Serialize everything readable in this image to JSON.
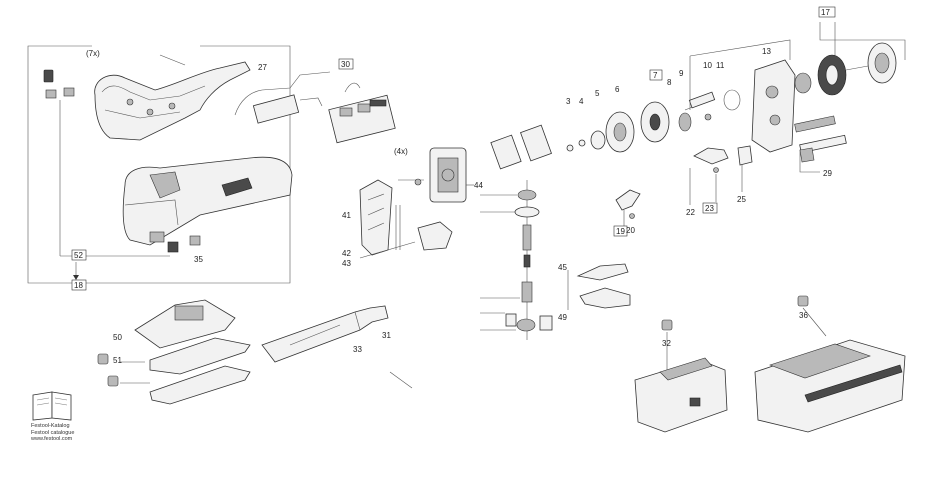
{
  "labels": {
    "p7x": "(7x)",
    "p27": "27",
    "p30": "30",
    "p13": "13",
    "p17": "17",
    "p3": "3",
    "p4": "4",
    "p5": "5",
    "p6": "6",
    "p7": "7",
    "p8": "8",
    "p9": "9",
    "p10": "10",
    "p11": "11",
    "p4x": "(4x)",
    "p44": "44",
    "p41": "41",
    "p42": "42",
    "p43": "43",
    "p52": "52",
    "p18": "18",
    "p35": "35",
    "p19": "19",
    "p20": "20",
    "p22": "22",
    "p23": "23",
    "p25": "25",
    "p29": "29",
    "p45": "45",
    "p49": "49",
    "p50": "50",
    "p51": "51",
    "p33": "33",
    "p31": "31",
    "p32": "32",
    "p36": "36"
  },
  "catalog": {
    "line1": "Festool-Katalog",
    "line2": "Festool catalogue",
    "line3": "www.festool.com"
  },
  "icons": [
    "book-icon",
    "battery-icon"
  ]
}
